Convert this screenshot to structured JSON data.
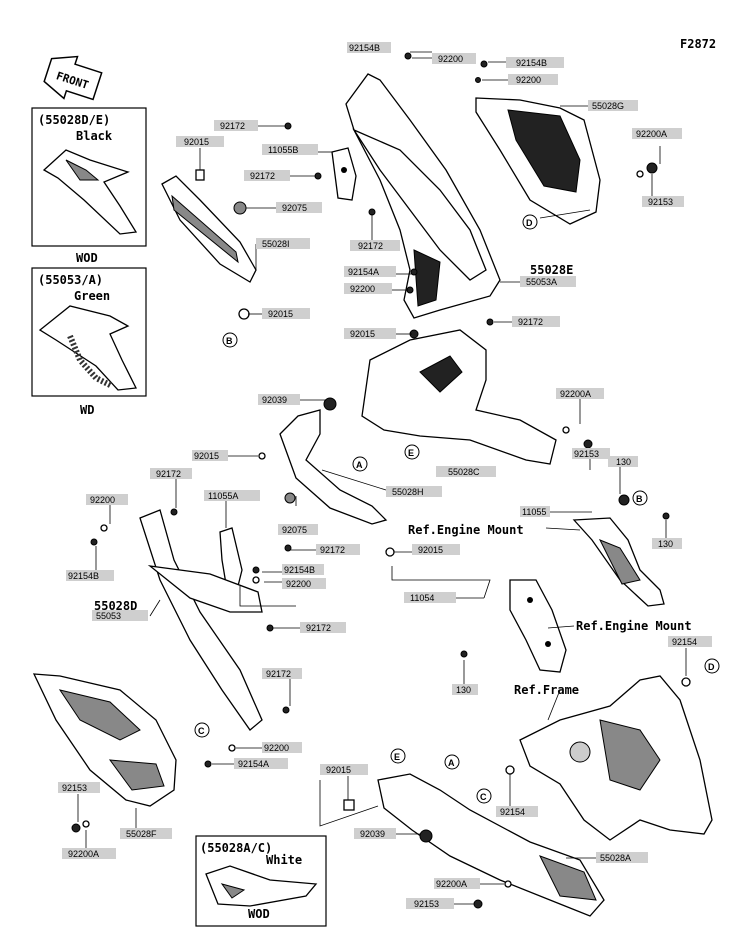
{
  "figure_code": "F2872",
  "front_label": "FRONT",
  "insets": [
    {
      "code": "(55028D/E)",
      "color": "Black",
      "model": "WOD"
    },
    {
      "code": "(55053/A)",
      "color": "Green",
      "model": "WD"
    },
    {
      "code": "(55028A/C)",
      "color": "White",
      "model": "WOD"
    }
  ],
  "labels": {
    "l1": "92154B",
    "l2": "92200",
    "l3": "92154B",
    "l4": "92200",
    "l5": "55028G",
    "l6": "92172",
    "l7": "92015",
    "l8": "11055B",
    "l9": "92200A",
    "l10": "92172",
    "l11": "92075",
    "l12": "92153",
    "l13": "55028I",
    "l14": "92172",
    "l15": "92154A",
    "l16": "55053A",
    "l17": "92200",
    "l18": "92015",
    "l19": "92172",
    "l20": "92015",
    "l21": "92039",
    "l22": "92200A",
    "l23": "92015",
    "l24": "92153",
    "l25": "130",
    "l26": "92172",
    "l27": "55028C",
    "l28": "11055A",
    "l29": "55028H",
    "l30": "92200",
    "l31": "11055",
    "l32": "92075",
    "l33": "130",
    "l34": "92172",
    "l35": "92015",
    "l36": "92154B",
    "l37": "92154B",
    "l38": "92200",
    "l39": "55053",
    "l40": "11054",
    "l41": "92172",
    "l42": "130",
    "l43": "92154",
    "l44": "92172",
    "l45": "92200",
    "l46": "92154A",
    "l47": "92015",
    "l48": "92153",
    "l49": "92154",
    "l50": "92039",
    "l51": "55028F",
    "l52": "92200A",
    "l53": "55028A",
    "l54": "92200A",
    "l55": "92153"
  },
  "bold_labels": {
    "b1": "55028E",
    "b2": "55028D"
  },
  "refs": {
    "r1": "Ref.Engine Mount",
    "r2": "Ref.Engine Mount",
    "r3": "Ref.Frame"
  },
  "circle_markers": {
    "A": "A",
    "B": "B",
    "C": "C",
    "D": "D",
    "E": "E"
  }
}
